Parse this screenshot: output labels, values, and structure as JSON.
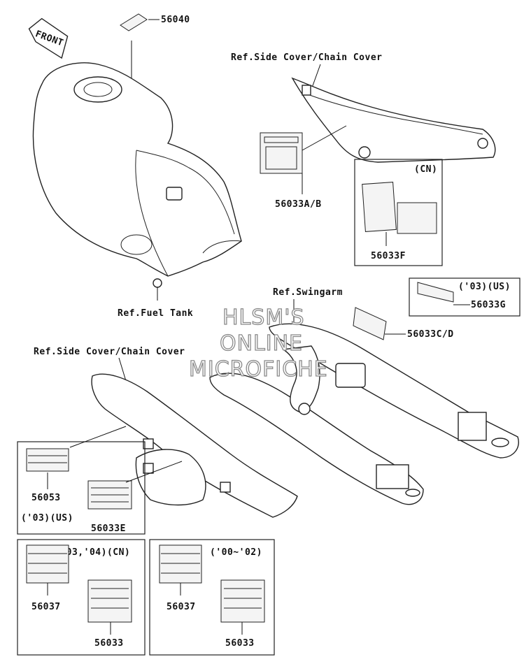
{
  "front_badge": "FRONT",
  "labels": {
    "p56040": "56040",
    "ref_side_cover_top": "Ref.Side Cover/Chain Cover",
    "p56033ab": "56033A/B",
    "cn_tag": "(CN)",
    "p56033f": "56033F",
    "ref_fuel_tank": "Ref.Fuel Tank",
    "ref_swingarm": "Ref.Swingarm",
    "us03_tag": "('03)(US)",
    "p56033g": "56033G",
    "p56033cd": "56033C/D",
    "ref_side_cover_bottom": "Ref.Side Cover/Chain Cover",
    "p56053": "56053",
    "us03_tag_2": "('03)(US)",
    "p56033e": "56033E",
    "cn0304_tag": "('03,'04)(CN)",
    "p56037_a": "56037",
    "p56033_a": "56033",
    "y0002_tag": "('00~'02)",
    "p56037_b": "56037",
    "p56033_b": "56033"
  },
  "watermark": {
    "line1": "HLSM'S",
    "line2": "ONLINE",
    "line3": "MICROFICHE"
  },
  "colors": {
    "line": "#222222",
    "watermark_stroke": "#8a8a8a",
    "background": "#ffffff"
  }
}
